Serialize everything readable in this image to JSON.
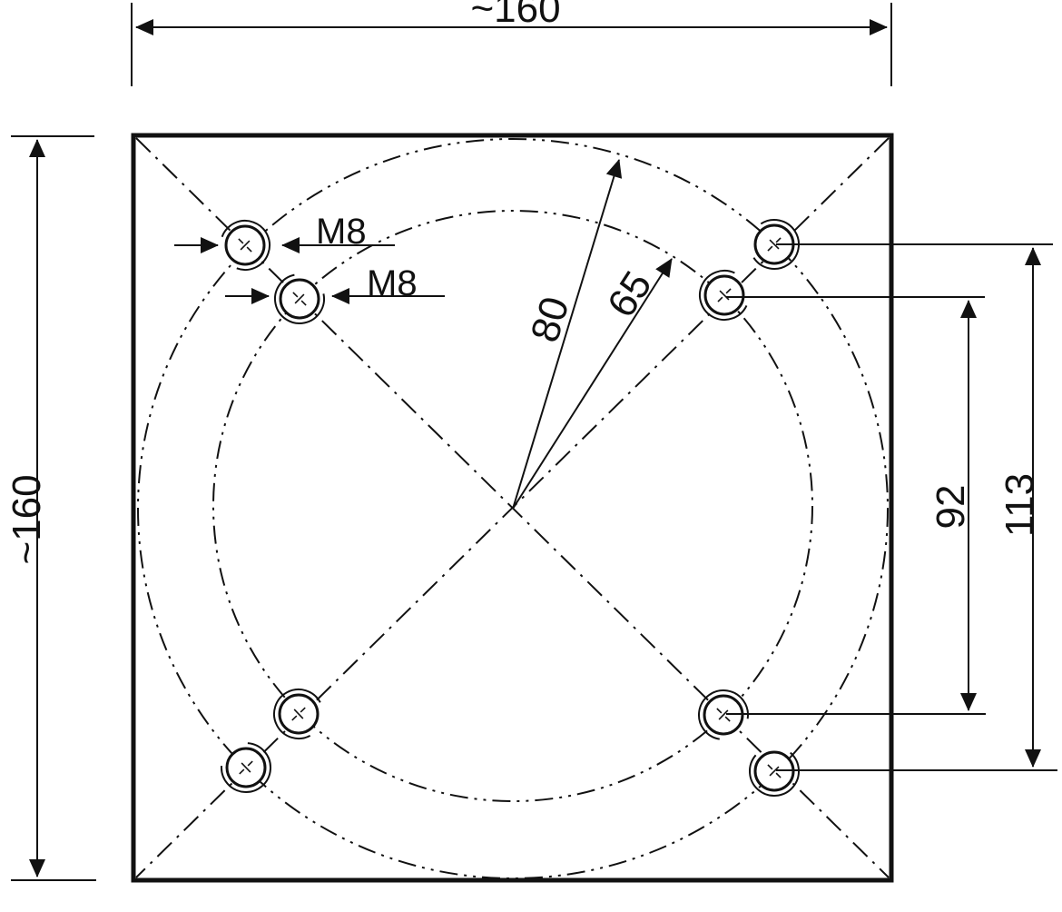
{
  "dimensions": {
    "width_label": "~160",
    "height_label": "~160",
    "outer_radius_label": "80",
    "inner_radius_label": "65",
    "inner_spacing_label": "92",
    "outer_spacing_label": "113"
  },
  "callouts": {
    "outer_thread_label": "M8",
    "inner_thread_label": "M8"
  },
  "colors": {
    "line": "#111111",
    "background": "#ffffff"
  }
}
